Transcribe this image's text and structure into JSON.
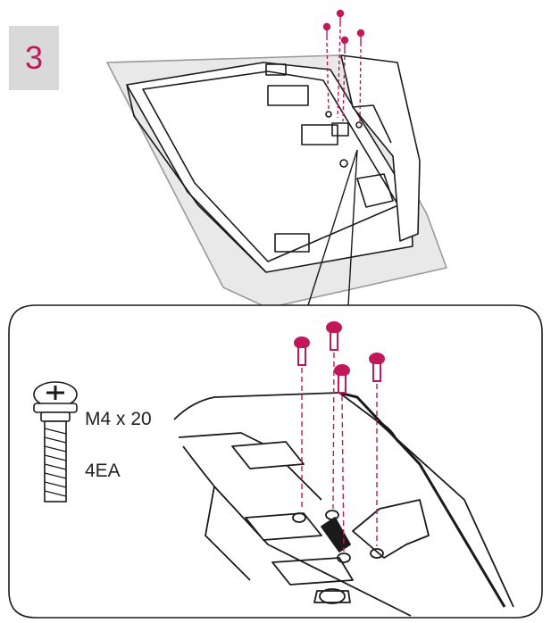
{
  "step": {
    "number": "3"
  },
  "screw": {
    "spec": "M4 x 20",
    "quantity": "4EA"
  },
  "colors": {
    "screw": "#c2185b",
    "line": "#1a1a1a",
    "badge_bg": "#d9d9d9",
    "shadow": "#e6e6e6"
  }
}
